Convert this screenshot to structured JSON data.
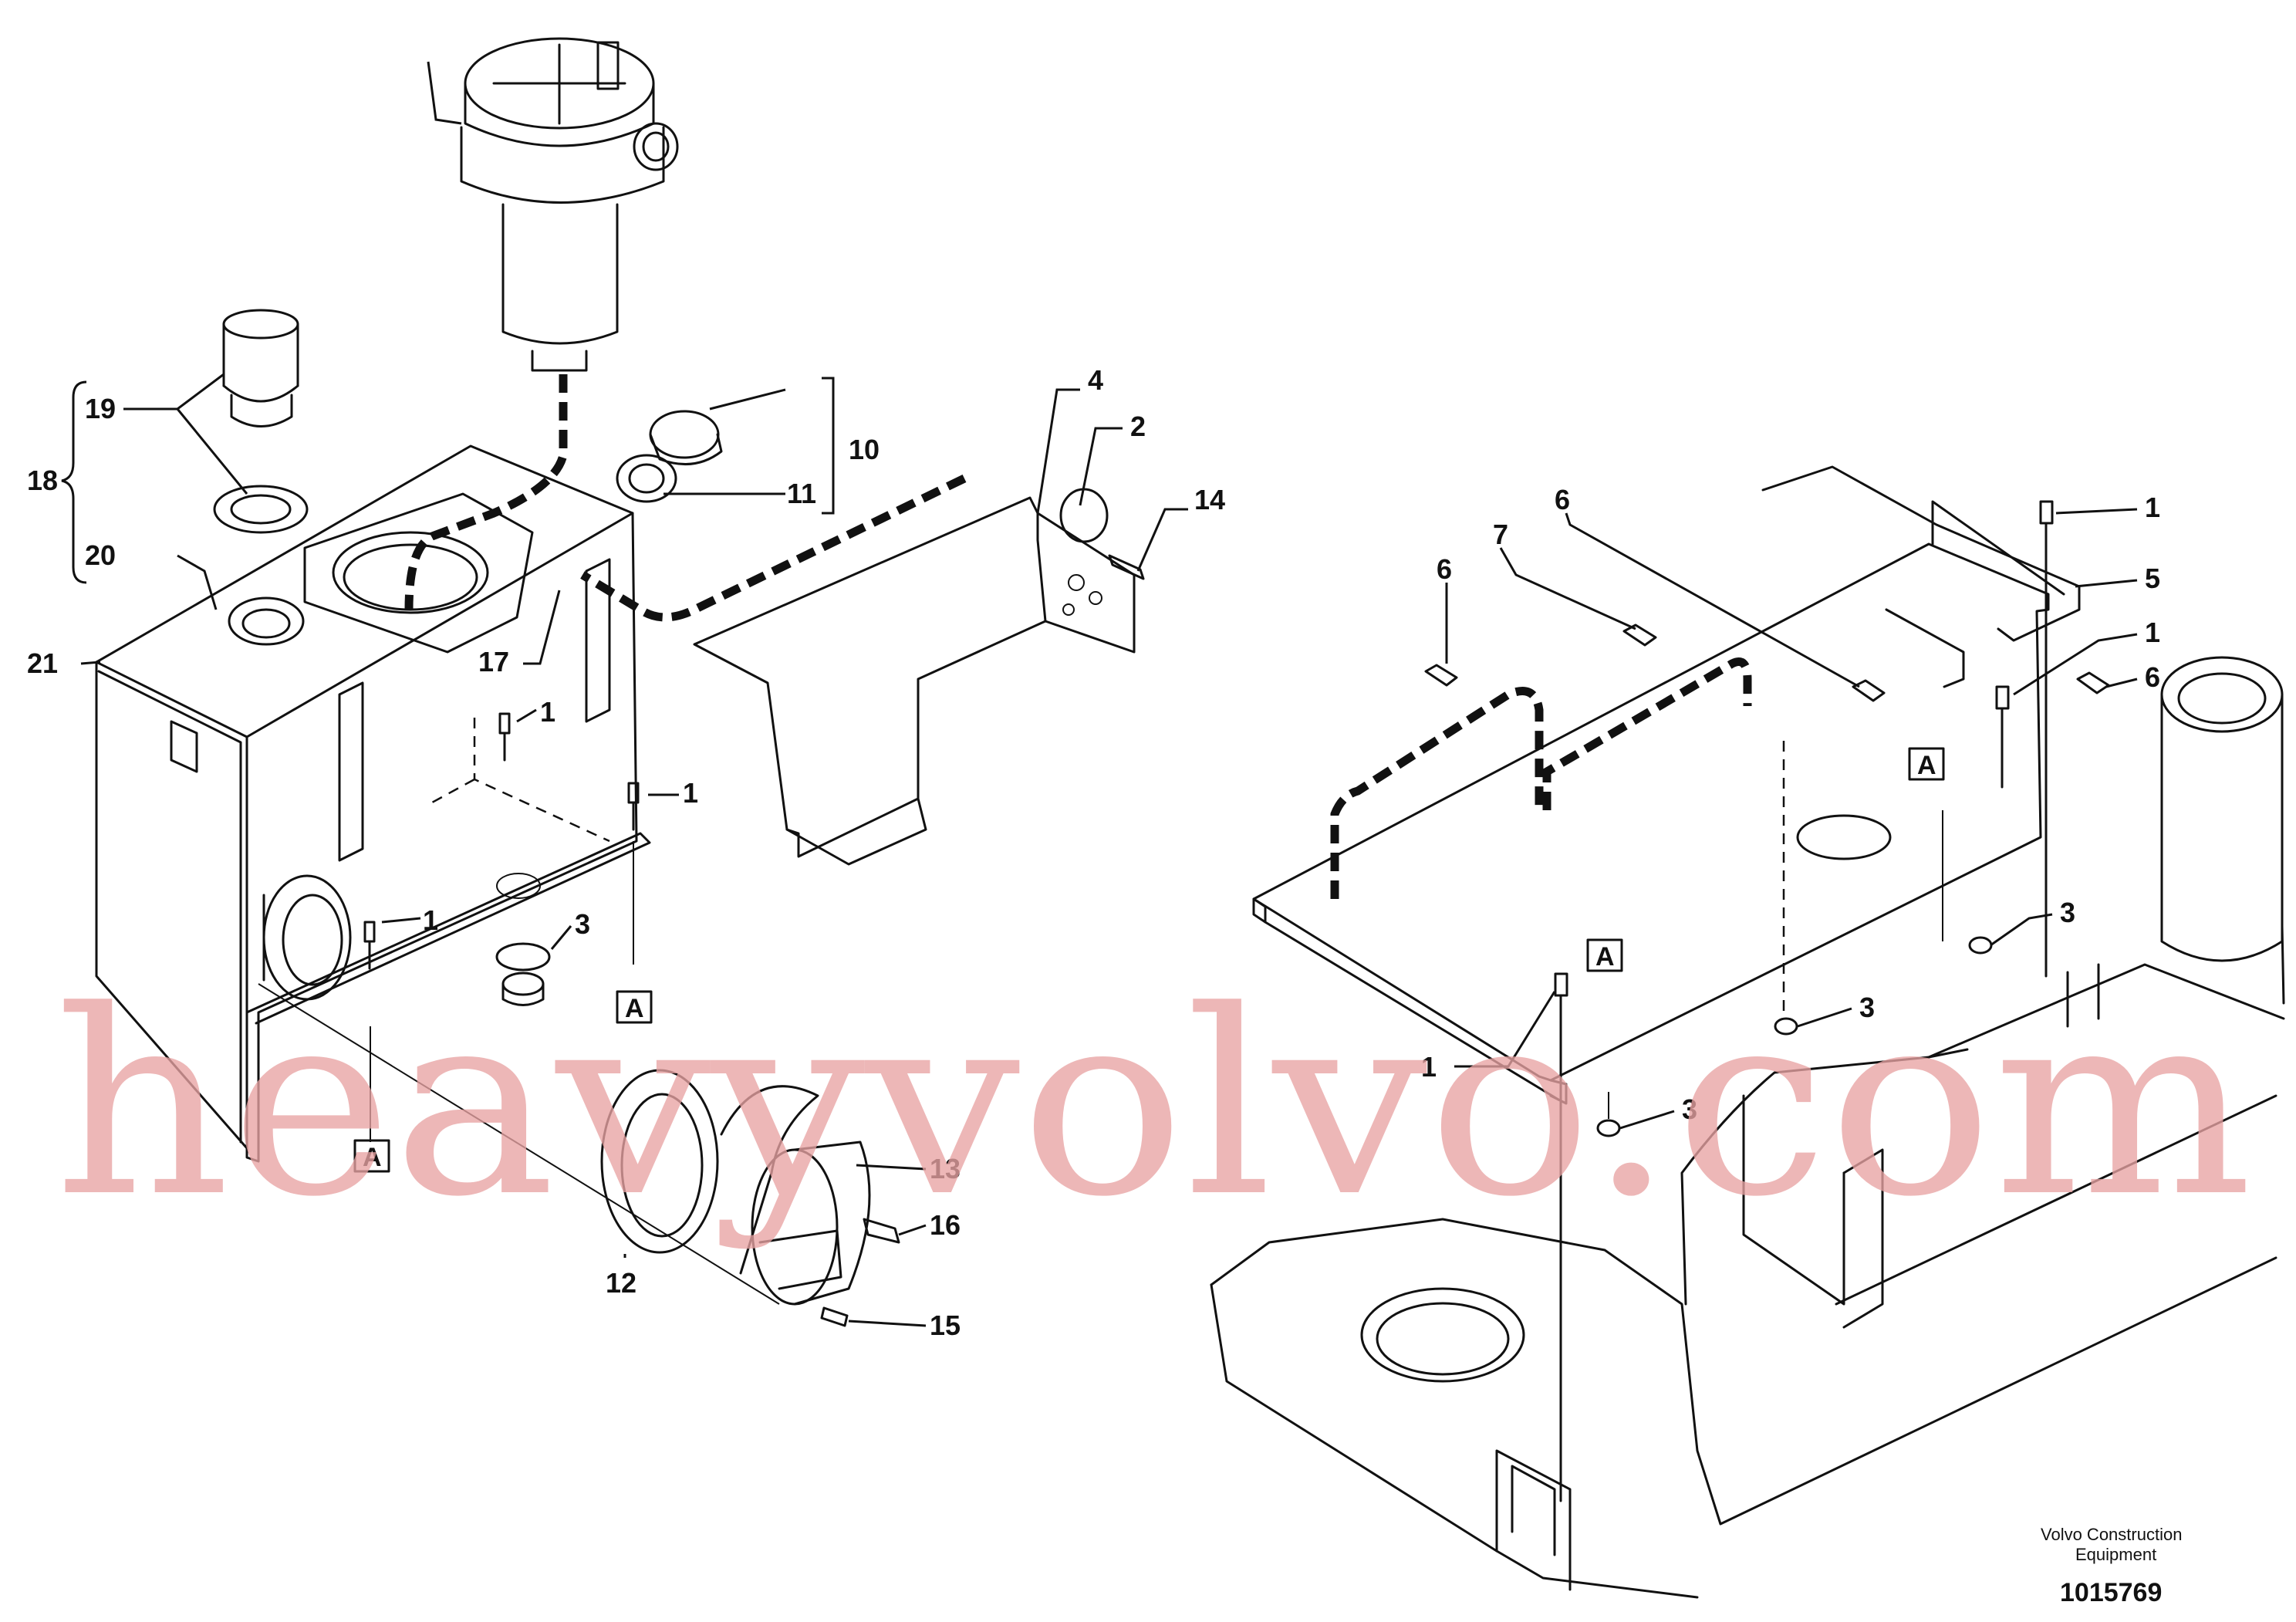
{
  "callouts": {
    "c1a": "1",
    "c1b": "1",
    "c1c": "1",
    "c1d": "1",
    "c1e": "1",
    "c1f": "1",
    "c2": "2",
    "c3a": "3",
    "c3b": "3",
    "c3c": "3",
    "c3d": "3",
    "c4": "4",
    "c5": "5",
    "c6a": "6",
    "c6b": "6",
    "c6c": "6",
    "c7": "7",
    "c10": "10",
    "c11": "11",
    "c12": "12",
    "c13": "13",
    "c14": "14",
    "c15": "15",
    "c16": "16",
    "c17": "17",
    "c18": "18",
    "c19": "19",
    "c20": "20",
    "c21": "21"
  },
  "refs": {
    "a1": "A",
    "a2": "A",
    "a3": "A",
    "a4": "A"
  },
  "brand": {
    "line1": "Volvo Construction",
    "line2": "Equipment"
  },
  "drawing_number": "1015769",
  "watermark": "heavyvolvo.com"
}
